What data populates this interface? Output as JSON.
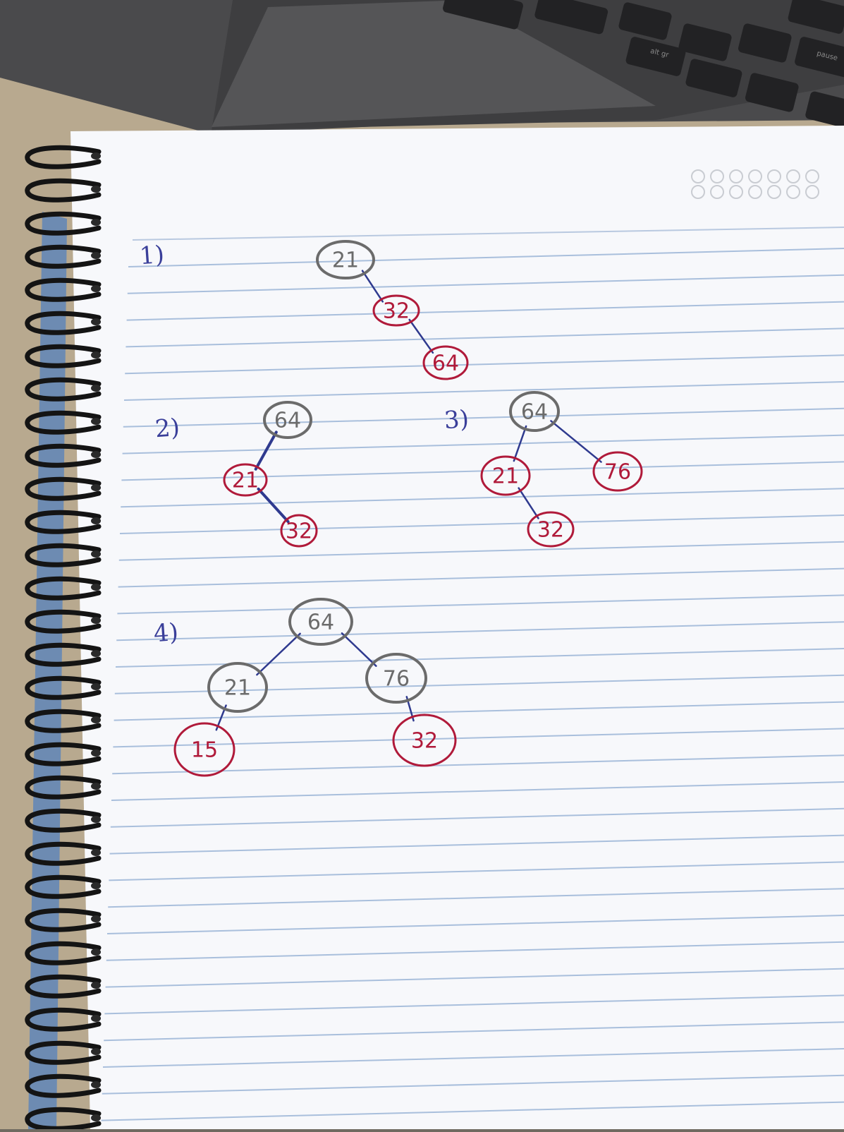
{
  "colors": {
    "black_node": "#6b6b6b",
    "red_node": "#b01a3a",
    "edge": "#2f3a8f",
    "label_ink": "#3a3f9a",
    "rule_line": "#a9bfdc",
    "paper": "#f7f8fb"
  },
  "laptop": {
    "key_alt_gr": "alt gr",
    "key_pause": "pause"
  },
  "trees": [
    {
      "label": "1)",
      "nodes": [
        {
          "id": "a",
          "value": "21",
          "color": "black"
        },
        {
          "id": "b",
          "value": "32",
          "color": "red"
        },
        {
          "id": "c",
          "value": "64",
          "color": "red"
        }
      ],
      "edges": [
        [
          "a",
          "b"
        ],
        [
          "b",
          "c"
        ]
      ]
    },
    {
      "label": "2)",
      "nodes": [
        {
          "id": "a",
          "value": "64",
          "color": "black"
        },
        {
          "id": "b",
          "value": "21",
          "color": "red"
        },
        {
          "id": "c",
          "value": "32",
          "color": "red"
        }
      ],
      "edges": [
        [
          "a",
          "b"
        ],
        [
          "b",
          "c"
        ]
      ]
    },
    {
      "label": "3)",
      "nodes": [
        {
          "id": "a",
          "value": "64",
          "color": "black"
        },
        {
          "id": "b",
          "value": "21",
          "color": "red"
        },
        {
          "id": "c",
          "value": "76",
          "color": "red"
        },
        {
          "id": "d",
          "value": "32",
          "color": "red"
        }
      ],
      "edges": [
        [
          "a",
          "b"
        ],
        [
          "a",
          "c"
        ],
        [
          "b",
          "d"
        ]
      ]
    },
    {
      "label": "4)",
      "nodes": [
        {
          "id": "a",
          "value": "64",
          "color": "black"
        },
        {
          "id": "b",
          "value": "21",
          "color": "black"
        },
        {
          "id": "c",
          "value": "76",
          "color": "black"
        },
        {
          "id": "d",
          "value": "15",
          "color": "red"
        },
        {
          "id": "e",
          "value": "32",
          "color": "red"
        }
      ],
      "edges": [
        [
          "a",
          "b"
        ],
        [
          "a",
          "c"
        ],
        [
          "b",
          "d"
        ],
        [
          "c",
          "e"
        ]
      ]
    }
  ]
}
